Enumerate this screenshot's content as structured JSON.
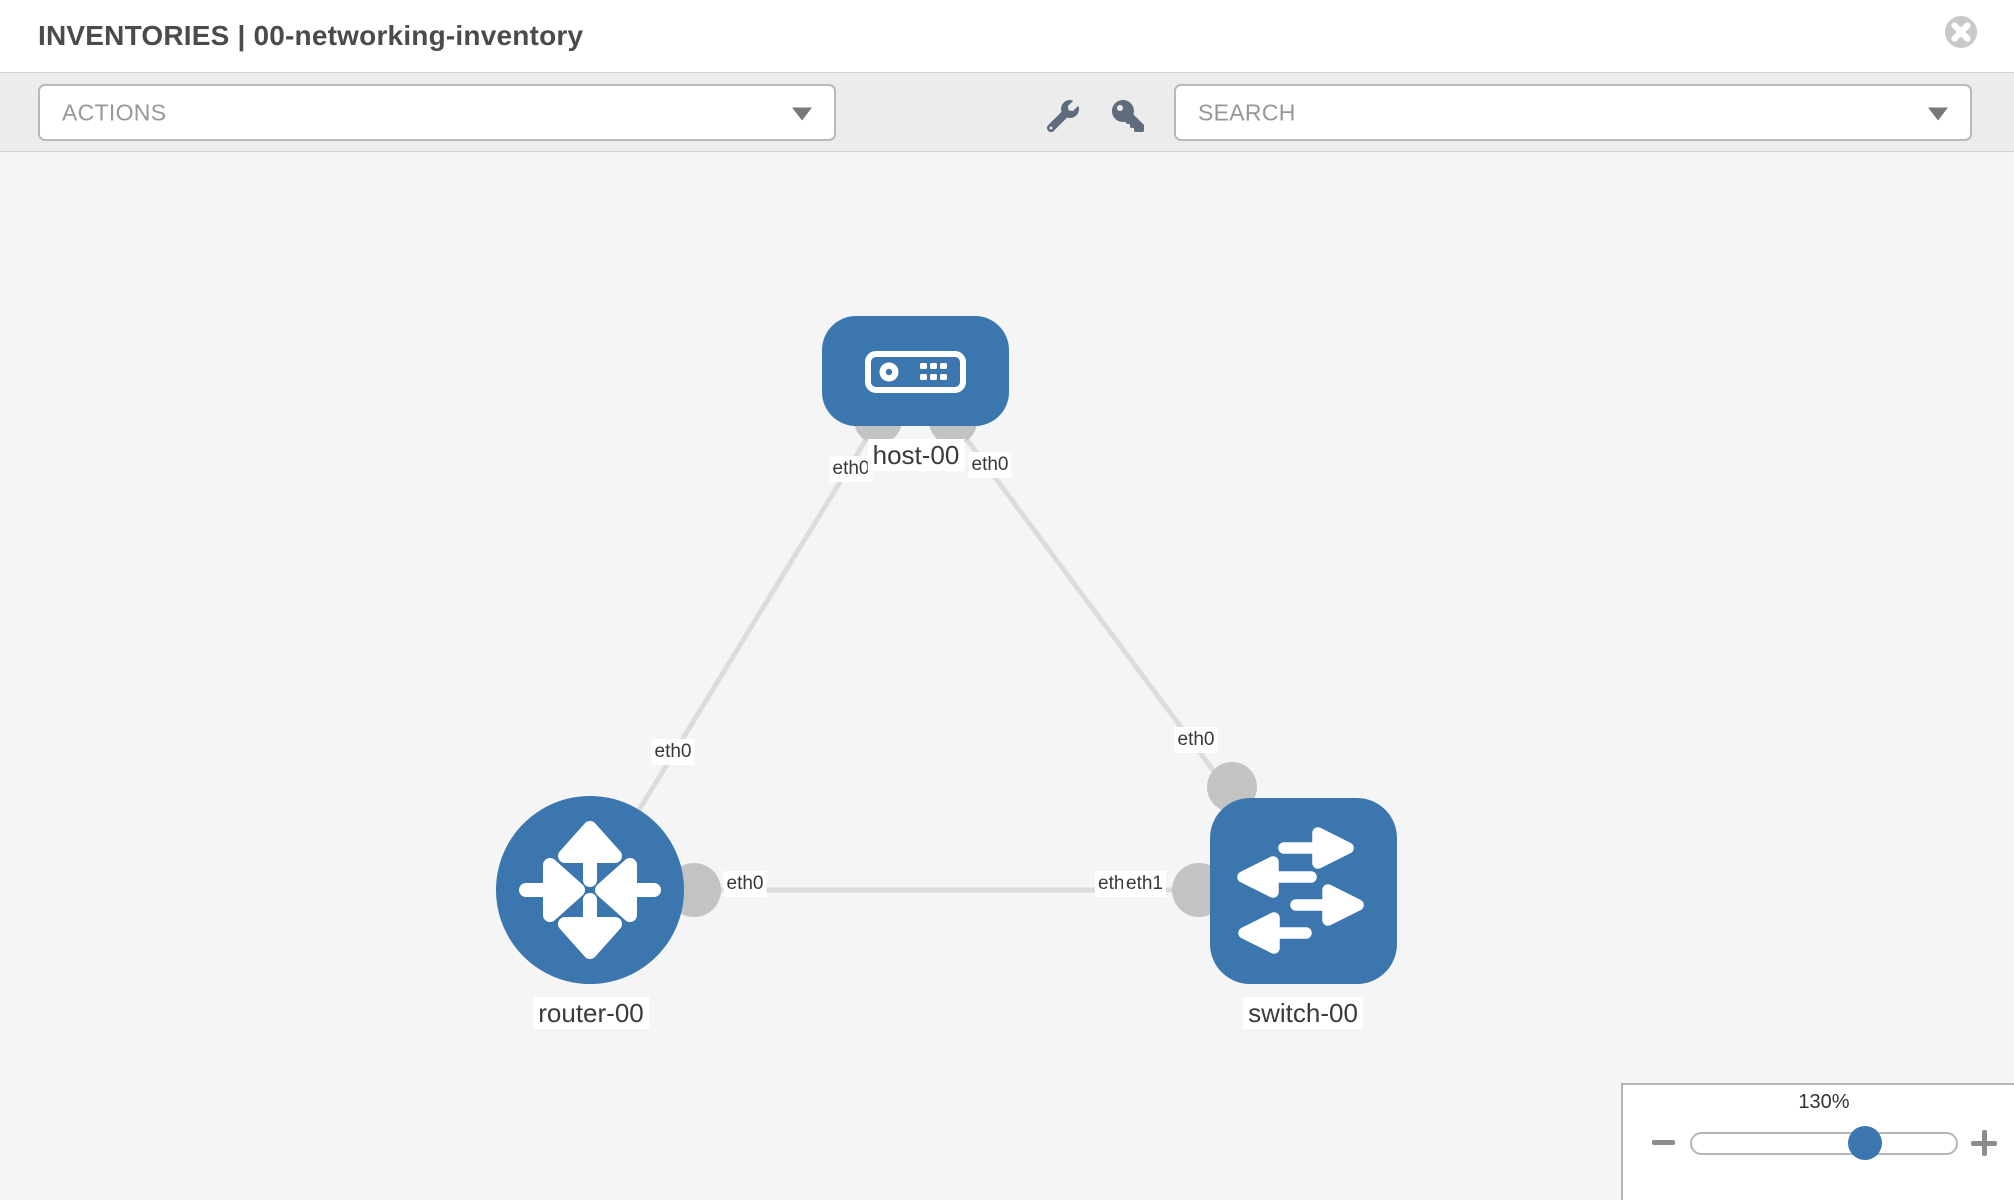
{
  "header": {
    "title": "INVENTORIES | 00-networking-inventory"
  },
  "toolbar": {
    "actions_label": "ACTIONS",
    "search_placeholder": "SEARCH",
    "icons": [
      "wrench-icon",
      "key-icon"
    ]
  },
  "topology": {
    "nodes": [
      {
        "id": "host-00",
        "type": "host",
        "label": "host-00"
      },
      {
        "id": "router-00",
        "type": "router",
        "label": "router-00"
      },
      {
        "id": "switch-00",
        "type": "switch",
        "label": "switch-00"
      }
    ],
    "links": [
      {
        "from": "host-00",
        "to": "router-00",
        "from_interface": "eth0",
        "to_interface": "eth0"
      },
      {
        "from": "host-00",
        "to": "switch-00",
        "from_interface": "eth0",
        "to_interface": "eth0"
      },
      {
        "from": "router-00",
        "to": "switch-00",
        "from_interface": "eth0",
        "to_interface": "eth1",
        "to_interface_underlay": "eth0"
      }
    ]
  },
  "zoom_control": {
    "level": "130%",
    "zoom_out_icon": "minus",
    "zoom_in_icon": "plus"
  },
  "colors": {
    "node_blue": "#3b76af",
    "link_gray": "#dcdcdc",
    "port_gray": "#c3c3c3",
    "canvas_bg": "#f5f5f5",
    "toolbar_bg": "#ececec"
  }
}
